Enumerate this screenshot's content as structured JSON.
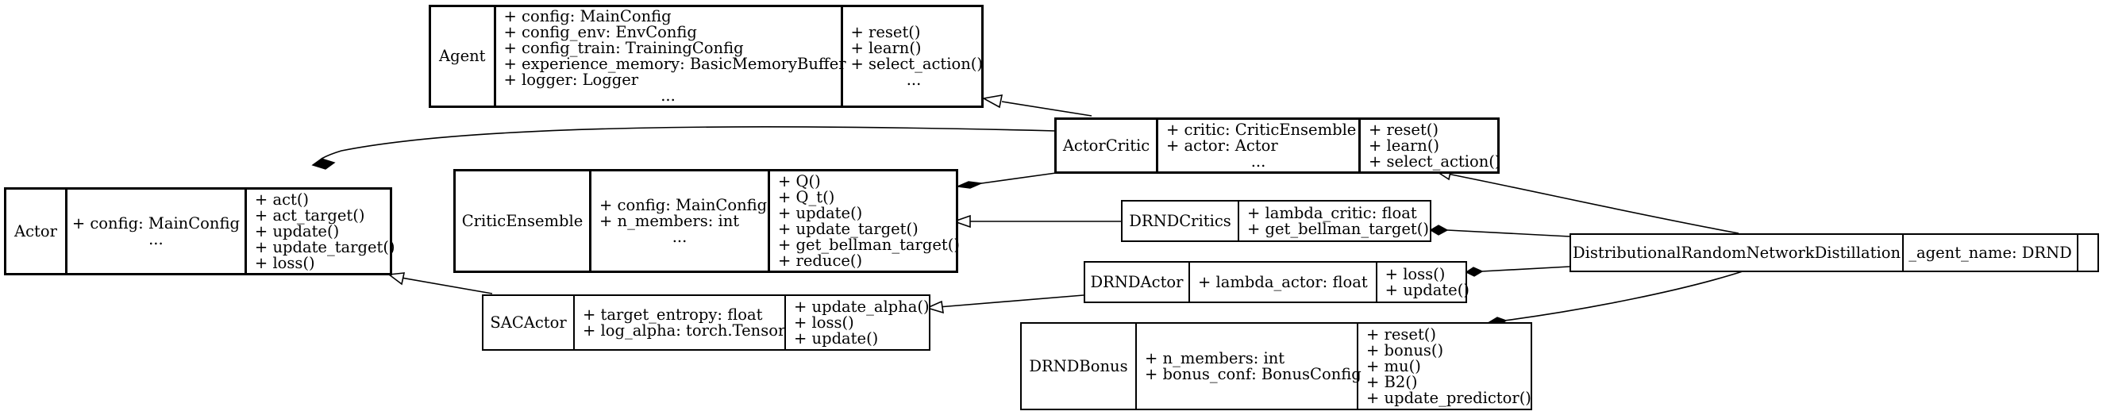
{
  "nodes": [
    {
      "id": "agent",
      "name": "Agent",
      "attrs": [
        "+ config: MainConfig",
        "+ config_env: EnvConfig",
        "+ config_train: TrainingConfig",
        "+ experience_memory: BasicMemoryBuffer",
        "+ logger: Logger",
        "..."
      ],
      "methods": [
        "+ reset()",
        "+ learn()",
        "+ select_action()",
        "..."
      ]
    },
    {
      "id": "actor-critic",
      "name": "ActorCritic",
      "attrs": [
        "+ critic: CriticEnsemble",
        "+ actor: Actor",
        "..."
      ],
      "methods": [
        "+ reset()",
        "+ learn()",
        "+ select_action()"
      ]
    },
    {
      "id": "actor",
      "name": "Actor",
      "attrs": [
        "+ config: MainConfig",
        "..."
      ],
      "methods": [
        "+ act()",
        "+ act_target()",
        "+ update()",
        "+ update_target()",
        "+ loss()"
      ]
    },
    {
      "id": "critic-ensemble",
      "name": "CriticEnsemble",
      "attrs": [
        "+ config: MainConfig",
        "+ n_members: int",
        "..."
      ],
      "methods": [
        "+ Q()",
        "+ Q_t()",
        "+ update()",
        "+ update_target()",
        "+ get_bellman_target()",
        "+ reduce()"
      ]
    },
    {
      "id": "drnd-critics",
      "name": "DRNDCritics",
      "attrs": [
        "+ lambda_critic: float",
        "+ get_bellman_target()"
      ],
      "methods": []
    },
    {
      "id": "drnd",
      "name": "DistributionalRandomNetworkDistillation",
      "attrs": [
        "_agent_name: DRND"
      ],
      "methods": []
    },
    {
      "id": "drnd-actor",
      "name": "DRNDActor",
      "attrs": [
        "+ lambda_actor: float"
      ],
      "methods": [
        "+ loss()",
        "+ update()"
      ]
    },
    {
      "id": "sac-actor",
      "name": "SACActor",
      "attrs": [
        "+ target_entropy: float",
        "+ log_alpha: torch.Tensor"
      ],
      "methods": [
        "+ update_alpha()",
        "+ loss()",
        "+ update()"
      ]
    },
    {
      "id": "drnd-bonus",
      "name": "DRNDBonus",
      "attrs": [
        "+ n_members: int",
        "+ bonus_conf: BonusConfig"
      ],
      "methods": [
        "+ reset()",
        "+ bonus()",
        "+ mu()",
        "+ B2()",
        "+ update_predictor()"
      ]
    }
  ],
  "edges": [
    {
      "id": "actor-critic-inherits-agent",
      "from": "ActorCritic",
      "to": "Agent",
      "kind": "inheritance"
    },
    {
      "id": "actor-critic-composes-actor",
      "from": "ActorCritic",
      "to": "Actor",
      "kind": "composition"
    },
    {
      "id": "actor-critic-composes-critic-ensemble",
      "from": "ActorCritic",
      "to": "CriticEnsemble",
      "kind": "composition"
    },
    {
      "id": "drnd-critics-inherits-critic-ensemble",
      "from": "DRNDCritics",
      "to": "CriticEnsemble",
      "kind": "inheritance"
    },
    {
      "id": "sac-actor-inherits-actor",
      "from": "SACActor",
      "to": "Actor",
      "kind": "inheritance"
    },
    {
      "id": "drnd-actor-inherits-sac-actor",
      "from": "DRNDActor",
      "to": "SACActor",
      "kind": "inheritance"
    },
    {
      "id": "drnd-inherits-actor-critic",
      "from": "DistributionalRandomNetworkDistillation",
      "to": "ActorCritic",
      "kind": "inheritance"
    },
    {
      "id": "drnd-composes-drnd-critics",
      "from": "DistributionalRandomNetworkDistillation",
      "to": "DRNDCritics",
      "kind": "composition"
    },
    {
      "id": "drnd-composes-drnd-actor",
      "from": "DistributionalRandomNetworkDistillation",
      "to": "DRNDActor",
      "kind": "composition"
    },
    {
      "id": "drnd-composes-drnd-bonus",
      "from": "DistributionalRandomNetworkDistillation",
      "to": "DRNDBonus",
      "kind": "composition"
    }
  ]
}
